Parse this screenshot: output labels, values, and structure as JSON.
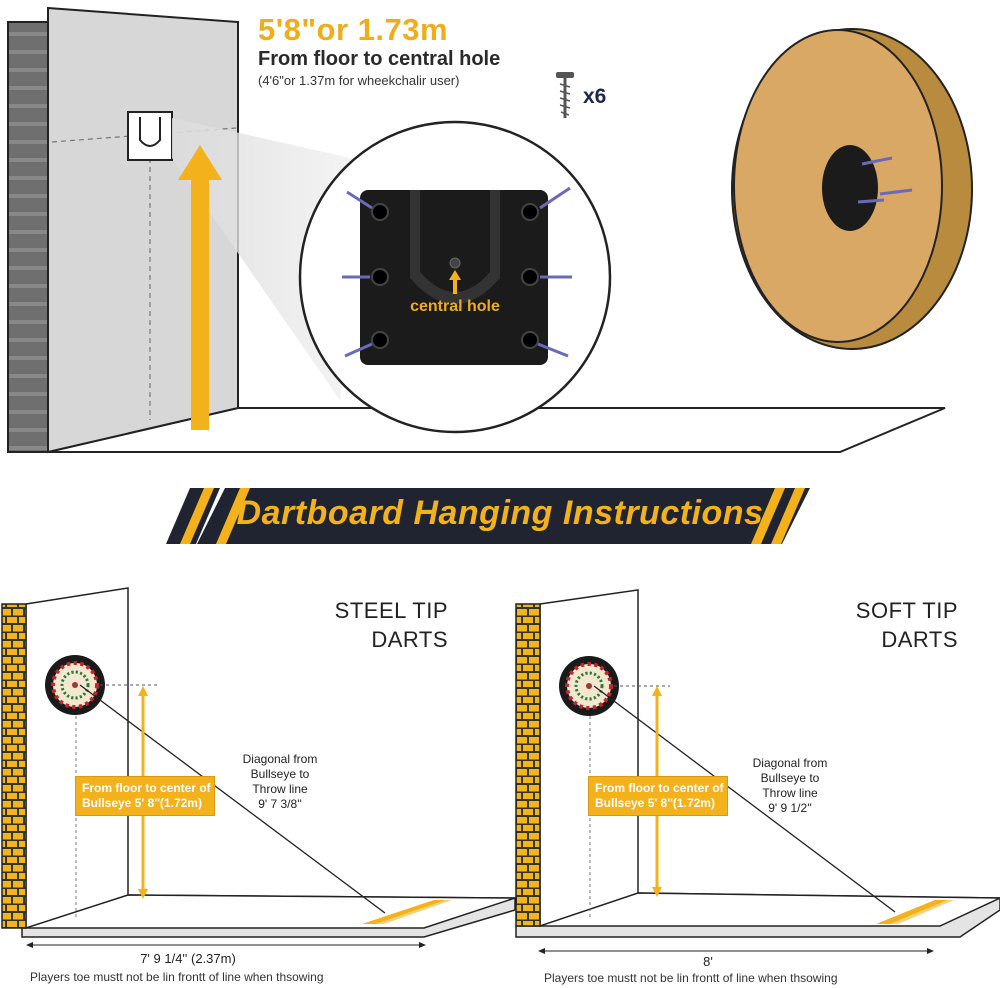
{
  "header": {
    "height": "5'8\"or 1.73m",
    "subtitle": "From floor to central hole",
    "note": "(4'6\"or 1.37m for wheekchalir user)"
  },
  "screws": {
    "count": "x6"
  },
  "bracket": {
    "label": "central hole"
  },
  "banner": {
    "title": "Dartboard Hanging Instructions"
  },
  "panels": [
    {
      "type_line1": "STEEL TIP",
      "type_line2": "DARTS",
      "floor_line1": "From floor to center of",
      "floor_line2": "Bullseye 5' 8''(1.72m)",
      "diag_line1": "Diagonal from",
      "diag_line2": "Bullseye to",
      "diag_line3": "Throw line",
      "diag_line4": "9' 7 3/8''",
      "distance": "7' 9 1/4'' (2.37m)",
      "warning": "Players toe mustt not be lin frontt of line when thsowing"
    },
    {
      "type_line1": "SOFT TIP",
      "type_line2": "DARTS",
      "floor_line1": "From floor to center of",
      "floor_line2": "Bullseye 5' 8''(1.72m)",
      "diag_line1": "Diagonal from",
      "diag_line2": "Bullseye to",
      "diag_line3": "Throw line",
      "diag_line4": "9' 9 1/2''",
      "distance": "8'",
      "warning": "Players toe mustt not be lin frontt of line when thsowing"
    }
  ],
  "colors": {
    "accent": "#f3b21c",
    "dark": "#1f2430",
    "brick": "#f2b51e",
    "board_wood": "#d9a865"
  }
}
